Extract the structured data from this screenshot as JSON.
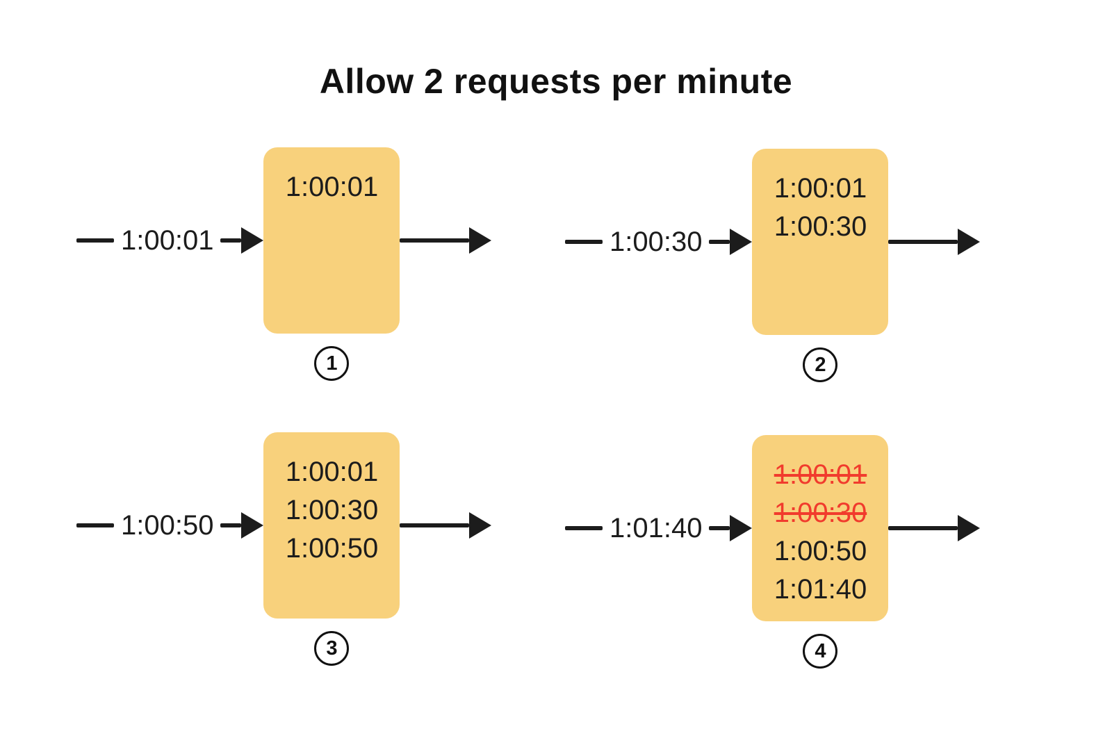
{
  "title": "Allow 2 requests per minute",
  "colors": {
    "box_fill": "#f8d17c",
    "denied_red": "#f13b2d",
    "line_black": "#1c1c1c",
    "background": "#ffffff"
  },
  "panels": [
    {
      "step": "1",
      "incoming": "1:00:01",
      "entries": [
        {
          "text": "1:00:01",
          "denied": false
        }
      ]
    },
    {
      "step": "2",
      "incoming": "1:00:30",
      "entries": [
        {
          "text": "1:00:01",
          "denied": false
        },
        {
          "text": "1:00:30",
          "denied": false
        }
      ]
    },
    {
      "step": "3",
      "incoming": "1:00:50",
      "entries": [
        {
          "text": "1:00:01",
          "denied": false
        },
        {
          "text": "1:00:30",
          "denied": false
        },
        {
          "text": "1:00:50",
          "denied": false
        }
      ]
    },
    {
      "step": "4",
      "incoming": "1:01:40",
      "entries": [
        {
          "text": "1:00:01",
          "denied": true
        },
        {
          "text": "1:00:30",
          "denied": true
        },
        {
          "text": "1:00:50",
          "denied": false
        },
        {
          "text": "1:01:40",
          "denied": false
        }
      ]
    }
  ]
}
